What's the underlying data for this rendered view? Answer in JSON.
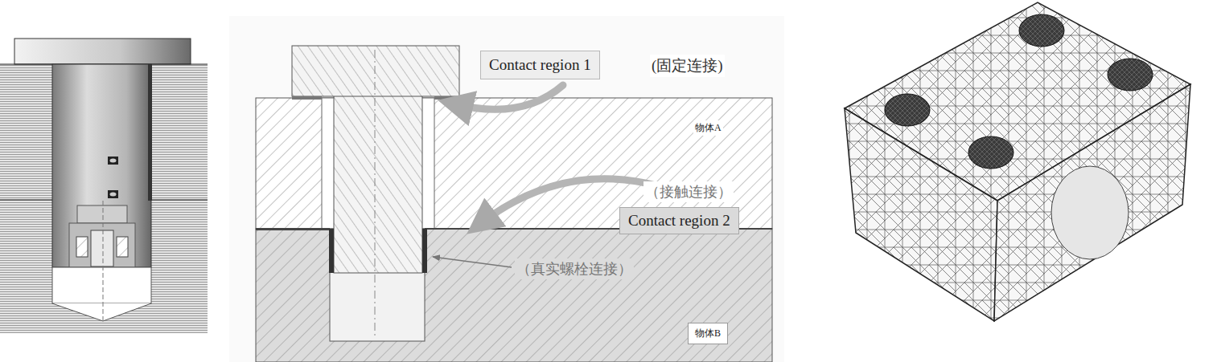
{
  "diagram": {
    "nodes": [
      {
        "text": [
          "Contact region 1"
        ]
      },
      {
        "text": [
          "Contact region 2"
        ]
      },
      {
        "text": [
          "物体B"
        ]
      }
    ],
    "labels": [
      "(固定连接)",
      "物体A",
      "（接触连接）",
      "（真实螺栓连接）"
    ]
  }
}
